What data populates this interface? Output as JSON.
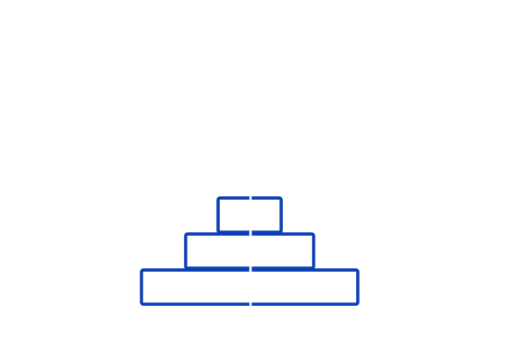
{
  "diagram": {
    "stroke_color": "#0a3fb5",
    "seam_color": "#ffffff",
    "blocks": [
      {
        "name": "top",
        "label": ""
      },
      {
        "name": "middle",
        "label": ""
      },
      {
        "name": "bottom",
        "label": ""
      }
    ]
  }
}
